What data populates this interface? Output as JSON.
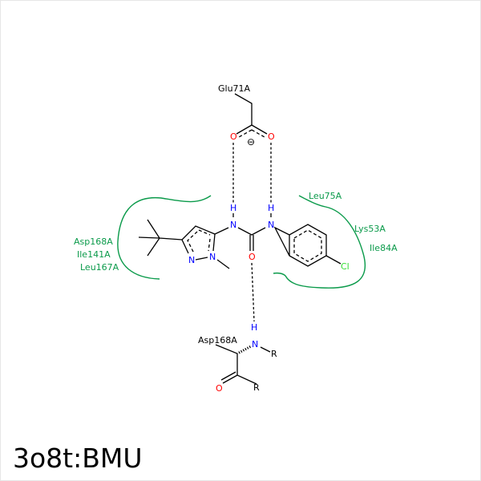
{
  "title": "3o8t:BMU",
  "colors": {
    "residue": "#0a9a4a",
    "oxygen": "#ff0000",
    "nitrogen": "#0000ff",
    "chlorine": "#33dd33"
  },
  "residues": {
    "glu": "Glu71A",
    "asp_backbone": "Asp168A",
    "hydrophobic_left": [
      "Asp168A",
      "Ile141A",
      "Leu167A"
    ],
    "hydrophobic_right": [
      "Leu75A",
      "Lys53A",
      "Ile84A"
    ]
  },
  "atoms": {
    "O": "O",
    "N": "N",
    "H": "H",
    "Cl": "Cl",
    "R": "R",
    "charge": "⊖"
  }
}
